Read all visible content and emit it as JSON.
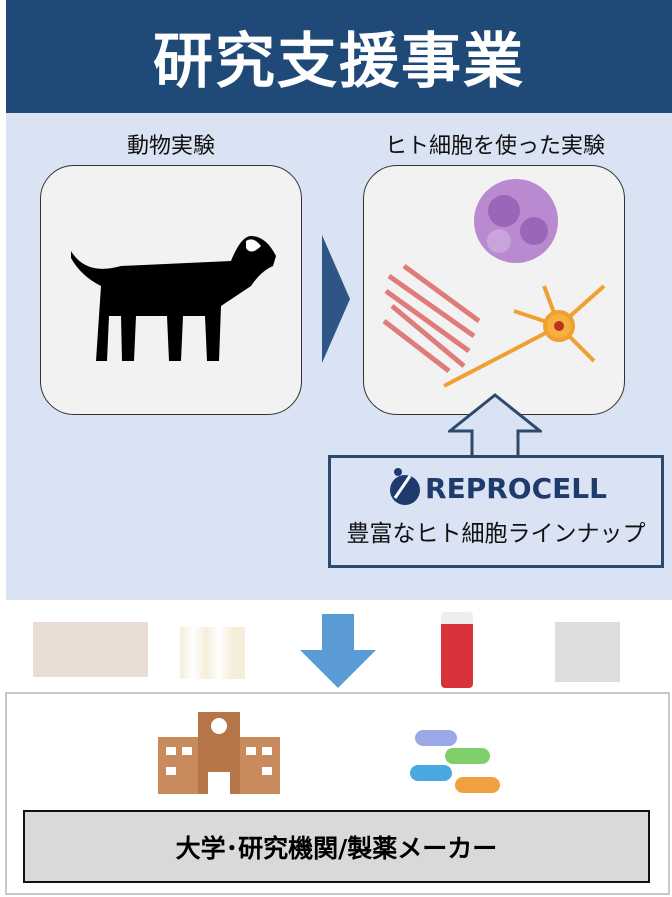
{
  "title": "研究支援事業",
  "left_label": "動物実験",
  "right_label": "ヒト細胞を使った実験",
  "brand": "REPROCELL",
  "brand_caption": "豊富なヒト細胞ラインナップ",
  "target_label": "大学･研究機関/製薬メーカー",
  "colors": {
    "header": "#1f4a78",
    "panel": "#dae3f3",
    "arrow": "#5b9bd5"
  }
}
